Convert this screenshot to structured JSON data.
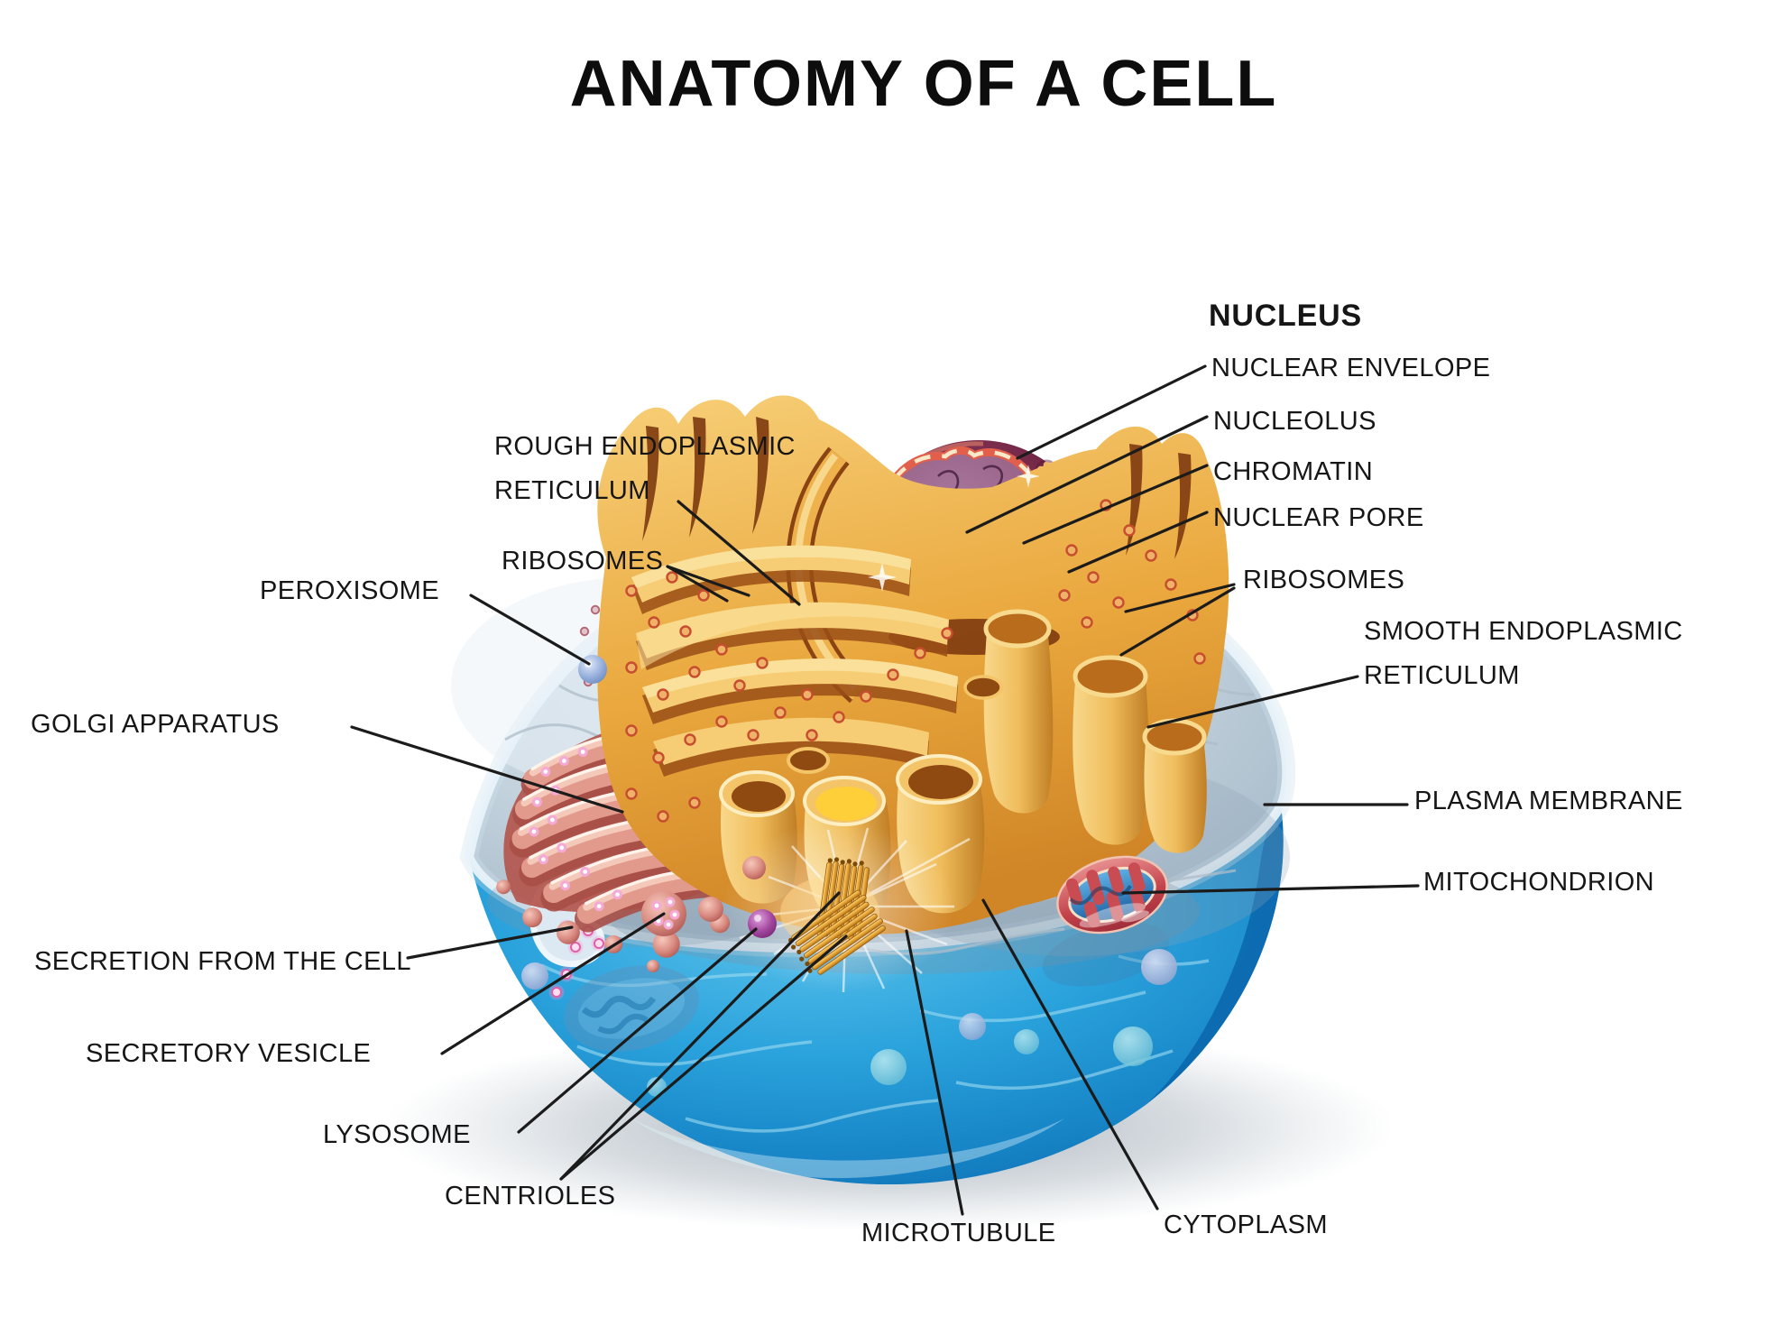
{
  "title": "ANATOMY OF A CELL",
  "labels": {
    "nucleus": "NUCLEUS",
    "nuclear_envelope": "NUCLEAR ENVELOPE",
    "nucleolus": "NUCLEOLUS",
    "chromatin": "CHROMATIN",
    "nuclear_pore": "NUCLEAR PORE",
    "ribosomes_right": "RIBOSOMES",
    "smooth_er": "SMOOTH ENDOPLASMIC RETICULUM",
    "plasma_membrane": "PLASMA MEMBRANE",
    "mitochondrion": "MITOCHONDRION",
    "rough_er": "ROUGH ENDOPLASMIC RETICULUM",
    "ribosomes_left": "RIBOSOMES",
    "peroxisome": "PEROXISOME",
    "golgi_apparatus": "GOLGI APPARATUS",
    "secretion": "SECRETION FROM THE CELL",
    "secretory_vesicle": "SECRETORY VESICLE",
    "lysosome": "LYSOSOME",
    "centrioles": "CENTRIOLES",
    "microtubule": "MICROTUBULE",
    "cytoplasm": "CYTOPLASM"
  },
  "colors": {
    "background": "#ffffff",
    "label_text": "#161616",
    "leader_line": "#1b1b1b",
    "membrane_blue": "#2196d4",
    "cytoplasm_surface": "#c3d2dd",
    "nucleus_outer": "#6f2343",
    "nucleus_cut_face": "#996286",
    "nuclear_envelope_rim": "#e2604b",
    "nucleolus": "#c23560",
    "er_gold": "#eaa83e",
    "golgi_pink": "#d98a80",
    "mitochondrion_red": "#c2424a",
    "mitochondrion_inner_blue": "#2f88cc",
    "centriole_gold": "#e2a030",
    "lysosome_purple": "#a348a0",
    "peroxisome_blue": "#97b0dc",
    "ribosome_dot": "#c64e2e"
  }
}
